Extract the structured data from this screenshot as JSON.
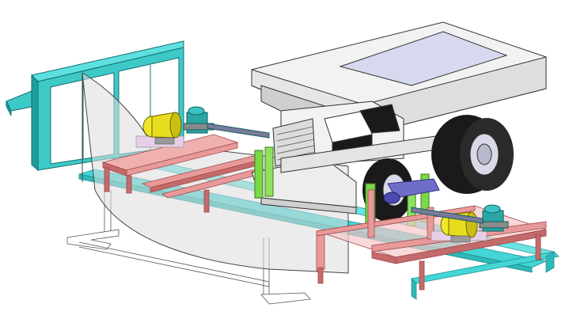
{
  "scene": {
    "kind": "cad-assembly-render",
    "background": "#ffffff",
    "colors": {
      "cabinet": "#3ec9c9",
      "cabinet_dark": "#1f9e9e",
      "base_frame": "#44d6d6",
      "support_frame": "#e89a9a",
      "support_frame_dark": "#c46a6a",
      "motor": "#f0e62a",
      "gearbox": "#2aa6a6",
      "truck_body": "#f2f2f2",
      "truck_shadow": "#d8d8d8",
      "tyre": "#1a1a1a",
      "rim": "#d9d9e8",
      "stand": "#7ad84a",
      "bed_inner": "#d7d9ee",
      "shield": "#e6e6e6",
      "axle": "#4a4ab0"
    },
    "components": [
      {
        "name": "control-cabinet"
      },
      {
        "name": "transparent-shield-plate"
      },
      {
        "name": "base-frame"
      },
      {
        "name": "rear-drive-frame"
      },
      {
        "name": "front-drive-frame"
      },
      {
        "name": "rear-motor",
        "icon": "motor-icon"
      },
      {
        "name": "front-motor",
        "icon": "motor-icon"
      },
      {
        "name": "rear-gearbox",
        "icon": "gearbox-icon"
      },
      {
        "name": "front-gearbox",
        "icon": "gearbox-icon"
      },
      {
        "name": "mining-dump-truck"
      },
      {
        "name": "support-stands"
      },
      {
        "name": "floor-anchor-plate"
      }
    ]
  }
}
